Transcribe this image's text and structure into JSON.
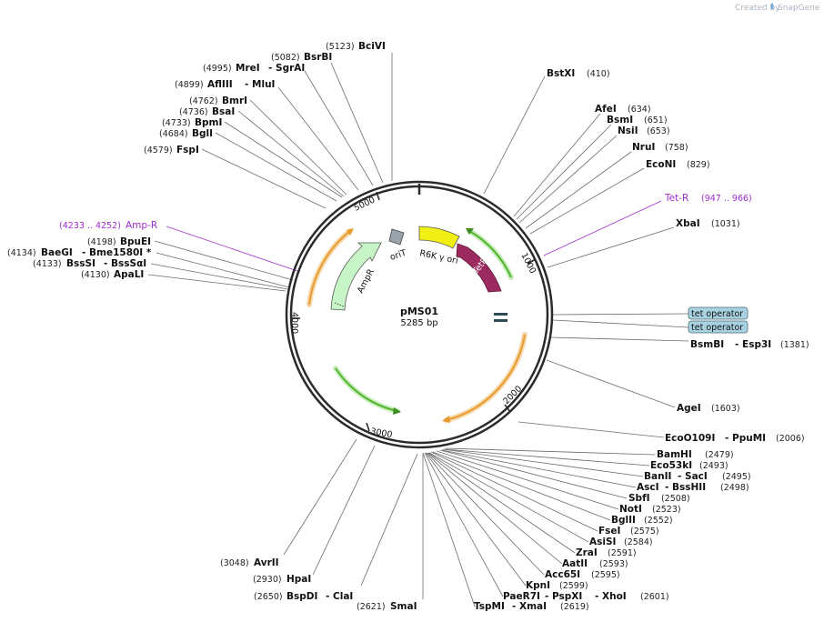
{
  "watermark": {
    "prefix": "Created by",
    "brand": "SnapGene"
  },
  "plasmid": {
    "name": "pMS01",
    "length": "5285 bp"
  },
  "ticks": [
    "1000",
    "2000",
    "3000",
    "4000",
    "5000"
  ],
  "features": {
    "oriT": "oriT",
    "r6k": "R6K γ ori",
    "tetR": "TetR",
    "ampR": "AmpR"
  },
  "sites_top": [
    {
      "name": "BciVI",
      "pos": "(5123)"
    },
    {
      "name": "BsrBI",
      "pos": "(5082)"
    },
    {
      "name": "MreI",
      "name2": "SgrAI",
      "pos": "(4995)"
    },
    {
      "name": "AflIII",
      "name2": "MluI",
      "pos": "(4899)"
    },
    {
      "name": "BmrI",
      "pos": "(4762)"
    },
    {
      "name": "BsaI",
      "pos": "(4736)"
    },
    {
      "name": "BpmI",
      "pos": "(4733)"
    },
    {
      "name": "BglI",
      "pos": "(4684)"
    },
    {
      "name": "FspI",
      "pos": "(4579)"
    }
  ],
  "amp_label": {
    "name": "Amp-R",
    "pos": "(4233 .. 4252)"
  },
  "sites_left": [
    {
      "name": "BpuEI",
      "pos": "(4198)"
    },
    {
      "name": "BaeGI",
      "name2": "Bme1580I *",
      "pos": "(4134)"
    },
    {
      "name": "BssSI",
      "name2": "BssSαI",
      "pos": "(4133)"
    },
    {
      "name": "ApaLI",
      "pos": "(4130)"
    }
  ],
  "sites_right": [
    {
      "name": "BstXI",
      "pos": "(410)"
    },
    {
      "name": "AfeI",
      "pos": "(634)"
    },
    {
      "name": "BsmI",
      "pos": "(651)"
    },
    {
      "name": "NsiI",
      "pos": "(653)"
    },
    {
      "name": "NruI",
      "pos": "(758)"
    },
    {
      "name": "EcoNI",
      "pos": "(829)"
    }
  ],
  "tet_label": {
    "name": "Tet-R",
    "pos": "(947 .. 966)"
  },
  "xbai": {
    "name": "XbaI",
    "pos": "(1031)"
  },
  "tet_operators": [
    "tet operator",
    "tet operator"
  ],
  "bsmbi": {
    "name": "BsmBI",
    "name2": "Esp3I",
    "pos": "(1381)"
  },
  "agei": {
    "name": "AgeI",
    "pos": "(1603)"
  },
  "eco": {
    "name": "EcoO109I",
    "name2": "PpuMI",
    "pos": "(2006)"
  },
  "sites_bottom_right": [
    {
      "name": "BamHI",
      "pos": "(2479)"
    },
    {
      "name": "Eco53kI",
      "pos": "(2493)"
    },
    {
      "name": "BanII",
      "name2": "SacI",
      "pos": "(2495)"
    },
    {
      "name": "AscI",
      "name2": "BssHII",
      "pos": "(2498)"
    },
    {
      "name": "SbfI",
      "pos": "(2508)"
    },
    {
      "name": "NotI",
      "pos": "(2523)"
    },
    {
      "name": "BglII",
      "pos": "(2552)"
    },
    {
      "name": "FseI",
      "pos": "(2575)"
    },
    {
      "name": "AsiSI",
      "pos": "(2584)"
    },
    {
      "name": "ZraI",
      "pos": "(2591)"
    },
    {
      "name": "AatII",
      "pos": "(2593)"
    },
    {
      "name": "Acc65I",
      "pos": "(2595)"
    },
    {
      "name": "KpnI",
      "pos": "(2599)"
    },
    {
      "name": "PaeR7I",
      "name2": "PspXI",
      "name3": "XhoI",
      "pos": "(2601)"
    },
    {
      "name": "TspMI",
      "name2": "XmaI",
      "pos": "(2619)"
    }
  ],
  "sites_bottom_left": [
    {
      "name": "SmaI",
      "pos": "(2621)"
    },
    {
      "name": "BspDI",
      "name2": "ClaI",
      "pos": "(2650)"
    },
    {
      "name": "HpaI",
      "pos": "(2930)"
    },
    {
      "name": "AvrII",
      "pos": "(3048)"
    }
  ],
  "colors": {
    "backbone": "#2b2b2b",
    "tetR": "#9c2a60",
    "r6k": "#f2ef14",
    "ampR": "#c8f5c8",
    "oriT": "#9aa3ab",
    "orange": "#e89a2c",
    "green": "#4fb52c",
    "purple": "#a02ccf",
    "operator": "#a9d2e0"
  }
}
